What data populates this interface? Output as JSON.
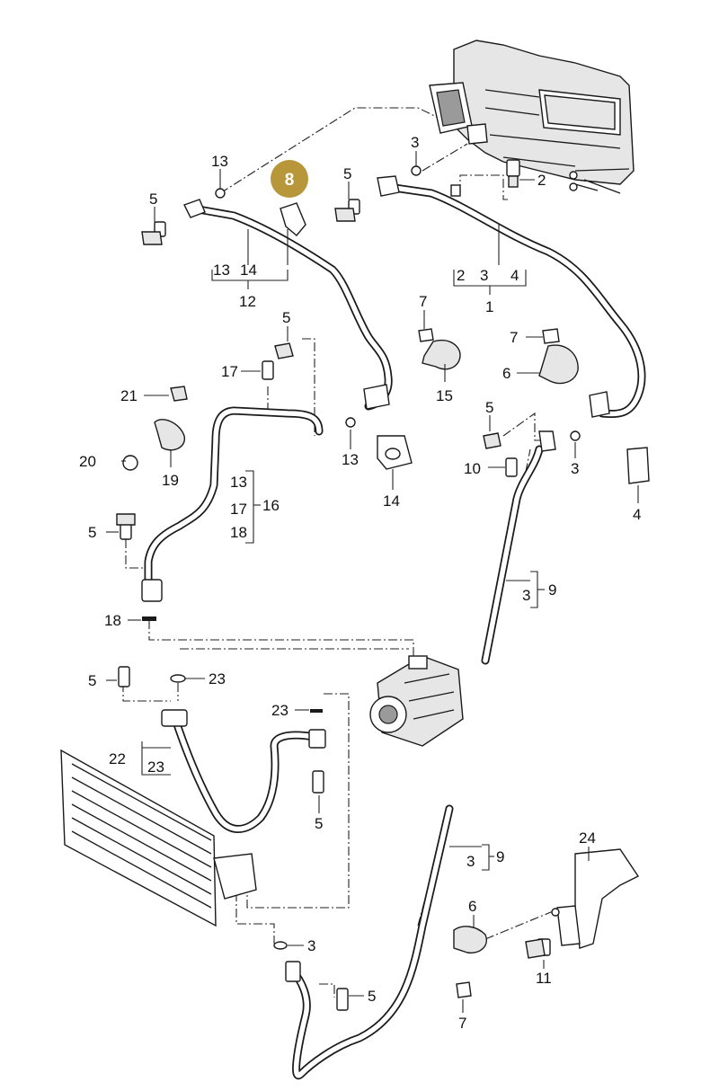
{
  "highlight": {
    "label": "8",
    "color": "#b8963a"
  },
  "callouts": {
    "c13_top": "13",
    "c5_tl": "5",
    "c13_g": "13",
    "c14_g": "14",
    "c12": "12",
    "c3_top": "3",
    "c5_tc": "5",
    "c2": "2",
    "c2_g": "2",
    "c3_g": "3",
    "c4_g": "4",
    "c1": "1",
    "c5_mid": "5",
    "c17": "17",
    "c21": "21",
    "c7_a": "7",
    "c15": "15",
    "c7_b": "7",
    "c6_a": "6",
    "c20": "20",
    "c19": "19",
    "c13_mid": "13",
    "c14_mid": "14",
    "c5_r": "5",
    "c3_r": "3",
    "c10": "10",
    "c4_r": "4",
    "c13_b": "13",
    "c17_b": "17",
    "c18_b": "18",
    "c16": "16",
    "c5_l": "5",
    "c18": "18",
    "c3_b": "3",
    "c9": "9",
    "c5_lo": "5",
    "c23_a": "23",
    "c23_b": "23",
    "c22": "22",
    "c23_g": "23",
    "c5_lo2": "5",
    "c24": "24",
    "c3_b2": "3",
    "c9_b": "9",
    "c6_b": "6",
    "c11": "11",
    "c3_lo": "3",
    "c5_bot": "5",
    "c7_bot": "7"
  }
}
